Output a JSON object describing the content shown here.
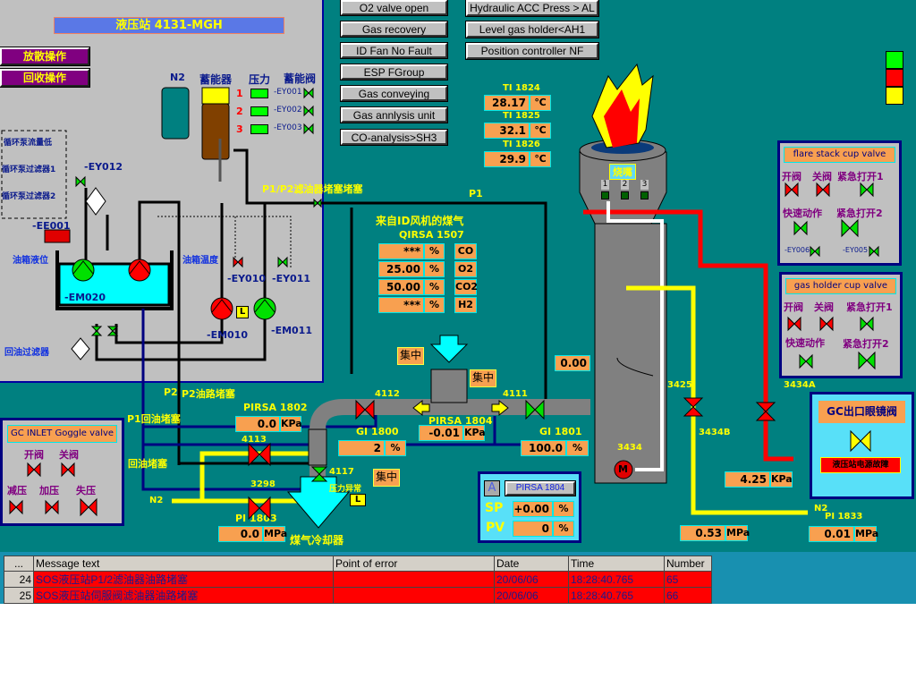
{
  "hydraulic": {
    "title": "液压站  4131-MGH",
    "btn_release": "放散操作",
    "btn_recovery": "回收操作",
    "n2": "N2",
    "accumulator": "蓄能器",
    "pressure": "压力",
    "acc_valve": "蓄能阀",
    "rows": [
      {
        "num": "1",
        "tag": "-EY001"
      },
      {
        "num": "2",
        "tag": "-EY002"
      },
      {
        "num": "3",
        "tag": "-EY003"
      }
    ],
    "filter_labels": [
      "循环泵流量低",
      "循环泵过滤器1",
      "循环泵过滤器2"
    ],
    "ey012": "-EY012",
    "ee001": "-EE001",
    "tank_level": "油箱液位",
    "tank_temp": "油箱温度",
    "ey010": "-EY010",
    "ey011": "-EY011",
    "em020": "-EM020",
    "em010": "-EM010",
    "em011": "-EM011",
    "l": "L",
    "return_filter": "回油过滤器"
  },
  "status_buttons": {
    "left": [
      "O2 valve open",
      "Gas recovery",
      "ID Fan No Fault",
      "ESP FGroup",
      "Gas conveying",
      "Gas annlysis unit",
      "CO-analysis>SH3"
    ],
    "right": [
      "Hydraulic ACC Press > AL",
      "Level gas holder<AH1",
      "Position controller NF"
    ]
  },
  "temps": [
    {
      "tag": "TI 1824",
      "value": "28.17",
      "unit": "℃"
    },
    {
      "tag": "TI 1825",
      "value": "32.1",
      "unit": "℃"
    },
    {
      "tag": "TI 1826",
      "value": "29.9",
      "unit": "℃"
    }
  ],
  "process": {
    "p1p2_filter": "P1/P2滤油器堵塞堵塞",
    "p1": "P1",
    "p2": "P2",
    "p2_block": "P2油路堵塞",
    "p1_return": "P1回油堵塞",
    "return_block": "回油堵塞",
    "n2": "N2",
    "gas_from_fan": "来自ID风机的煤气",
    "qirsa": "QIRSA 1507",
    "analysis": [
      {
        "value": "***",
        "unit": "%",
        "gas": "CO"
      },
      {
        "value": "25.00",
        "unit": "%",
        "gas": "O2"
      },
      {
        "value": "50.00",
        "unit": "%",
        "gas": "CO2"
      },
      {
        "value": "***",
        "unit": "%",
        "gas": "H2"
      }
    ],
    "ji": "集中",
    "v4112": "4112",
    "v4111": "4111",
    "v4113": "4113",
    "v4117": "4117",
    "v3298": "3298",
    "pressure_abnormal": "压力异常",
    "pirsa1802": {
      "tag": "PIRSA 1802",
      "value": "0.0",
      "unit": "KPa"
    },
    "pirsa1804": {
      "tag": "PIRSA 1804",
      "value": "-0.01",
      "unit": "KPa"
    },
    "gi1800": {
      "tag": "GI 1800",
      "value": "2",
      "unit": "%"
    },
    "gi1801": {
      "tag": "GI 1801",
      "value": "100.0",
      "unit": "%"
    },
    "pi1803": {
      "tag": "PI 1803",
      "value": "0.0",
      "unit": "MPa"
    },
    "cooler": "煤气冷却器",
    "top_value": "0.00",
    "stack_label": "烧嘴",
    "nozzles": [
      "1",
      "2",
      "3"
    ],
    "m": "M",
    "v3434": "3434",
    "v3425": "3425",
    "v3434b": "3434B",
    "v3434a": "3434A",
    "kpa_box": {
      "value": "4.25",
      "unit": "KPa"
    },
    "mpa_box": {
      "value": "0.53",
      "unit": "MPa"
    },
    "n2_right": "N2",
    "pi1833": {
      "tag": "PI 1833",
      "value": "0.01",
      "unit": "MPa"
    }
  },
  "controller": {
    "mode": "A",
    "tag": "PIRSA 1804",
    "sp_label": "SP",
    "sp": "+0.00",
    "pv_label": "PV",
    "pv": "0",
    "unit": "%"
  },
  "flare_panel": {
    "title": "flare stack cup valve",
    "open": "开阀",
    "close": "关阀",
    "emerg1": "紧急打开1",
    "fast": "快速动作",
    "emerg2": "紧急打开2",
    "ey006": "-EY006",
    "ey005": "-EY005"
  },
  "holder_panel": {
    "title": "gas holder cup valve",
    "open": "开阀",
    "close": "关阀",
    "emerg1": "紧急打开1",
    "fast": "快速动作",
    "emerg2": "紧急打开2"
  },
  "gc_outlet": {
    "title": "GC出口眼镜阀",
    "alarm": "液压站电源故障"
  },
  "gc_inlet": {
    "title": "GC INLET Goggle valve",
    "open": "开阀",
    "close": "关阀",
    "reduce": "减压",
    "add": "加压",
    "loss": "失压"
  },
  "colors": {
    "bg": "#008080",
    "lamp_green": "#00ff00",
    "lamp_red": "#ff0000",
    "lamp_yellow": "#ffff00"
  },
  "alarms": {
    "headers": [
      "...",
      "Message text",
      "Point of error",
      "Date",
      "Time",
      "Number"
    ],
    "rows": [
      {
        "idx": "24",
        "msg": "SOS液压站P1/2滤油器油路堵塞",
        "point": "",
        "date": "20/06/06",
        "time": "18:28:40.765",
        "num": "65"
      },
      {
        "idx": "25",
        "msg": "SOS液压站伺服阀滤油器油路堵塞",
        "point": "",
        "date": "20/06/06",
        "time": "18:28:40.765",
        "num": "66"
      }
    ]
  }
}
